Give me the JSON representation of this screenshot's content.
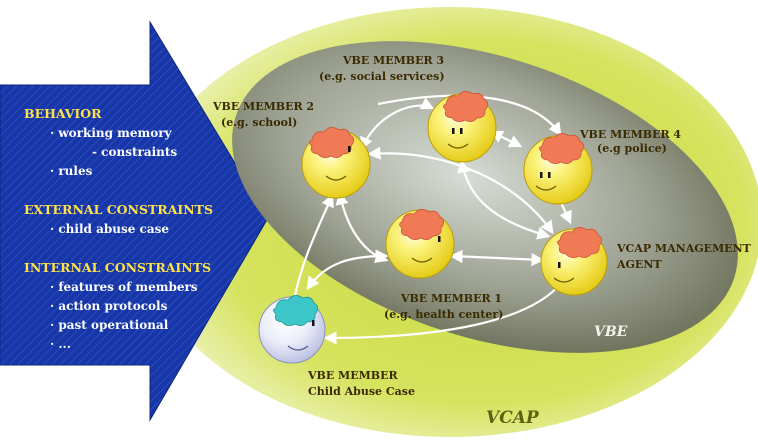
{
  "panel": {
    "behavior": {
      "heading": "BEHAVIOR",
      "items": [
        "· working memory",
        "- constraints",
        "· rules"
      ]
    },
    "external": {
      "heading": "EXTERNAL CONSTRAINTS",
      "items": [
        "· child abuse case"
      ]
    },
    "internal": {
      "heading": "INTERNAL CONSTRAINTS",
      "items": [
        "· features of members",
        "· action protocols",
        "· past operational",
        "· ..."
      ]
    }
  },
  "regions": {
    "vbe": "VBE",
    "vcap": "VCAP"
  },
  "members": {
    "m3": {
      "title": "VBE MEMBER 3",
      "subtitle": "(e.g. social services)"
    },
    "m2": {
      "title": "VBE MEMBER 2",
      "subtitle": "(e.g. school)"
    },
    "m4": {
      "title": "VBE MEMBER 4",
      "subtitle": "(e.g police)"
    },
    "agent": {
      "title": "VCAP MANAGEMENT",
      "subtitle": "AGENT"
    },
    "m1": {
      "title": "VBE MEMBER 1",
      "subtitle": "(e.g. health center)"
    },
    "case": {
      "title": "VBE MEMBER",
      "subtitle": "Child Abuse Case"
    }
  },
  "colors": {
    "panel_blue": "#1737a8",
    "heading_yellow": "#ffe14a",
    "brain_coral": "#f07a55",
    "brain_teal": "#3cc6c8",
    "face_yellow": "#f7ec2a",
    "case_face": "#e6e7f6"
  }
}
